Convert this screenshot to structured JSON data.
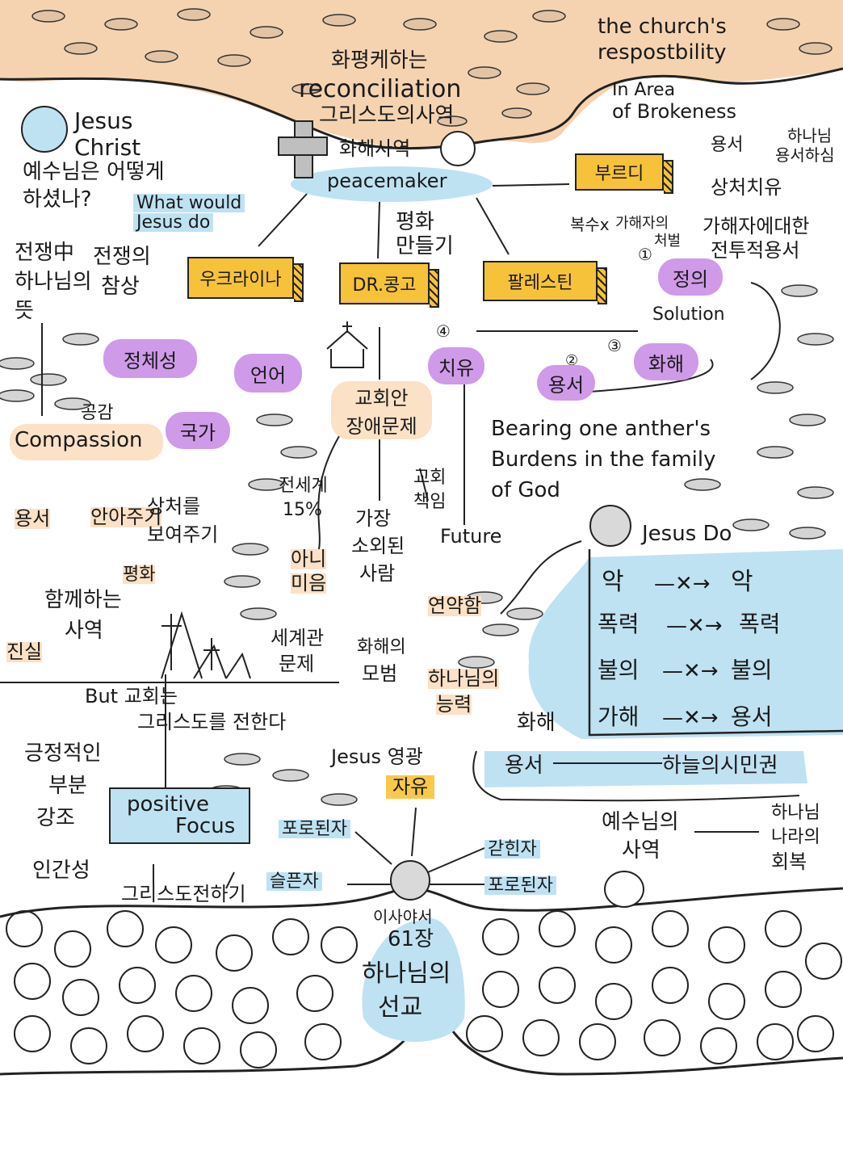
{
  "top": {
    "church_responsibility": [
      "the church's",
      "respostbility"
    ],
    "mission_title": [
      "화평케하는",
      "reconciliation",
      "그리스도의사역"
    ],
    "reconciliation_ministry": "화해사역",
    "peacemaker": "peacemaker",
    "area": [
      "In Area",
      "of Brokeness"
    ]
  },
  "jesus_question": {
    "name": [
      "Jesus",
      "Christ"
    ],
    "question": [
      "예수님은 어떻게",
      "하셨나?"
    ],
    "wwjd": [
      "What would",
      "Jesus do"
    ]
  },
  "calling": {
    "box": "부르디",
    "forgiveness": "용서",
    "god_forgiveness": [
      "하나님",
      "용서하심"
    ],
    "healing": "상처치유",
    "revenge": "복수x",
    "judgment": [
      "가해자의",
      "처벌"
    ],
    "full_forgiveness": [
      "가해자에대한",
      "전투적용서"
    ],
    "justice": "정의",
    "circle1": "①"
  },
  "branches": {
    "ukraine": "우크라이나",
    "dr_congo": "DR.콩고",
    "palestine": "팔레스틴",
    "peacemaking": [
      "평화",
      "만들기"
    ]
  },
  "ukraine": {
    "war_will": [
      "전쟁中",
      "하나님의",
      "뜻"
    ],
    "war_scene": [
      "전쟁의",
      "참상"
    ],
    "identity": "정체성",
    "language": "언어",
    "nation": "국가",
    "empathy": "공감",
    "compassion": "Compassion",
    "items": [
      "용서",
      "안아주기",
      "상처를",
      "보여주기",
      "평화",
      "함께하는",
      "사역",
      "진실"
    ]
  },
  "congo": {
    "church_problem": [
      "교회안",
      "장애문제"
    ],
    "church_resp": [
      "교회",
      "책임"
    ],
    "pct": [
      "전세계",
      "15%"
    ],
    "no_beauty": [
      "아니",
      "미음"
    ],
    "most_isolated": [
      "가장",
      "소외된",
      "사람"
    ],
    "world_problem": [
      "세계관",
      "문제"
    ],
    "model": [
      "화해의",
      "모범"
    ],
    "weakness": "연약함",
    "gods_power": [
      "하나님의",
      "능력"
    ],
    "future": "Future"
  },
  "palestine": {
    "solution": "Solution",
    "healing": "치유",
    "forgive": "용서",
    "reconcile": "화해",
    "n1": "④",
    "n2": "②",
    "n3": "③",
    "bearing": [
      "Bearing one anther's",
      "Burdens in the family",
      "of God"
    ]
  },
  "jesus_do": {
    "title": "Jesus Do",
    "rows": [
      {
        "left": "악",
        "right": "악"
      },
      {
        "left": "폭력",
        "right": "폭력"
      },
      {
        "left": "불의",
        "right": "불의"
      },
      {
        "left": "가해",
        "right": "용서"
      }
    ],
    "reconcile": "화해",
    "forgive": "용서",
    "citizenship": "하늘의시민권"
  },
  "bottom_left": {
    "but_church": [
      "But 교회는",
      "그리스도를 전한다"
    ],
    "positive": [
      "긍정적인",
      "부분",
      "강조"
    ],
    "humanity": "인간성",
    "focus": [
      "positive",
      "Focus"
    ],
    "preach": "그리스도전하기"
  },
  "isaiah": {
    "jesus_liberation": "Jesus 영광",
    "freedom": "자유",
    "captive": "포로된자",
    "mourning": "슬픈자",
    "prisoner": "갇힌자",
    "captive2": "포로된자",
    "chapter": [
      "이사야서",
      "61장",
      "하나님의",
      "선교"
    ]
  },
  "kingdom": {
    "jesus_ministry": [
      "예수님의",
      "사역"
    ],
    "restoration": [
      "하나님",
      "나라의",
      "회복"
    ]
  },
  "colors": {
    "peach": "#f6d3b0",
    "yellow": "#f6c23a",
    "purple": "#cf9ae8",
    "blue": "#bfe2f3"
  }
}
